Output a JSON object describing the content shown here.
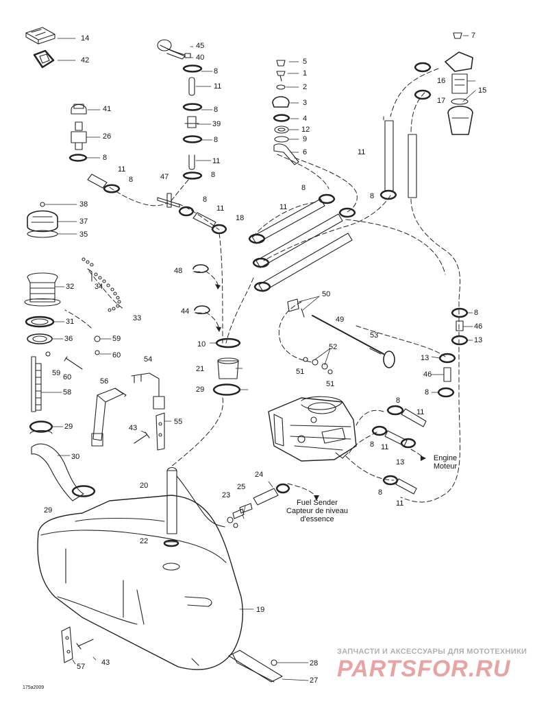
{
  "diagram": {
    "part_numbers": [
      "14",
      "42",
      "45",
      "40",
      "8",
      "11",
      "8",
      "39",
      "8",
      "11",
      "8",
      "5",
      "1",
      "2",
      "3",
      "4",
      "12",
      "9",
      "6",
      "7",
      "16",
      "15",
      "17",
      "41",
      "26",
      "8",
      "11",
      "8",
      "47",
      "8",
      "11",
      "18",
      "11",
      "8",
      "11",
      "8",
      "38",
      "37",
      "35",
      "48",
      "44",
      "10",
      "21",
      "29",
      "32",
      "34",
      "31",
      "33",
      "36",
      "59",
      "60",
      "59",
      "60",
      "58",
      "29",
      "30",
      "29",
      "56",
      "54",
      "43",
      "55",
      "50",
      "49",
      "51",
      "52",
      "51",
      "53",
      "8",
      "46",
      "13",
      "13",
      "46",
      "8",
      "8",
      "11",
      "8",
      "11",
      "13",
      "8",
      "11",
      "20",
      "24",
      "23",
      "25",
      "22",
      "19",
      "57",
      "43",
      "28",
      "27"
    ],
    "callouts": {
      "engine": "Engine\nMoteur",
      "fuel_sender": "Fuel Sender\nCapteur de niveau\nd'essence"
    },
    "drawing_code": "175a2009"
  },
  "watermark": {
    "top_text": "ЗАПЧАСТИ И АКСЕССУАРЫ ДЛЯ МОТОТЕХНИКИ",
    "logo_text": "PARTSFOR.RU"
  }
}
